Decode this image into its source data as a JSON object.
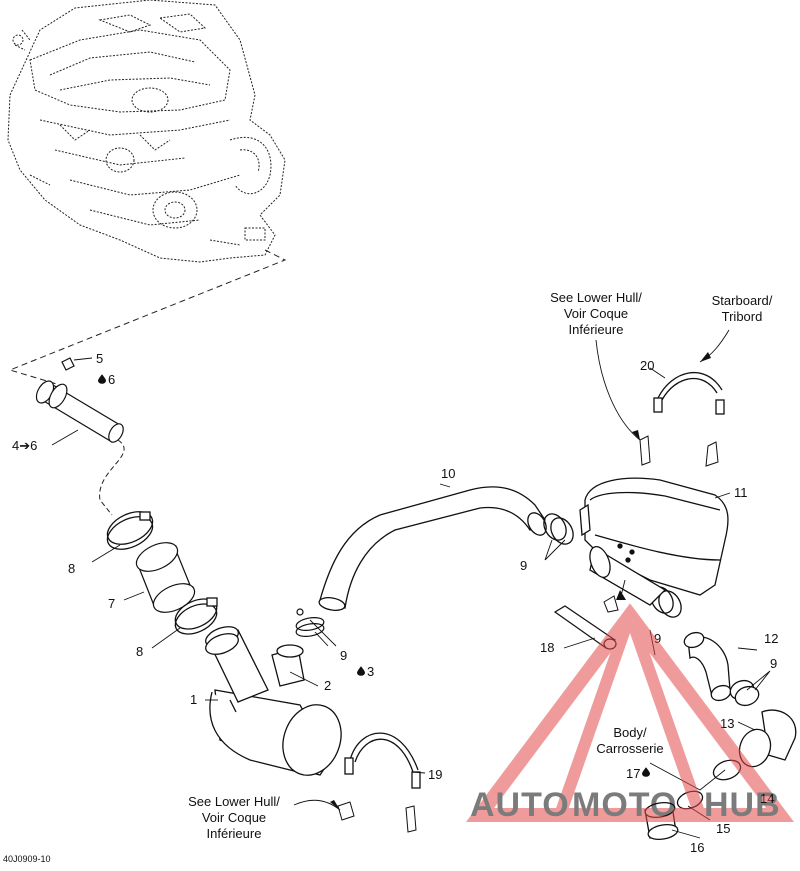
{
  "figure_id": "40J0909-10",
  "notes": {
    "lower_hull_top": [
      "See Lower Hull/",
      "Voir Coque",
      "Inférieure"
    ],
    "lower_hull_bottom": [
      "See Lower Hull/",
      "Voir Coque",
      "Inférieure"
    ],
    "starboard": [
      "Starboard/",
      "Tribord"
    ],
    "body": [
      "Body/",
      "Carrosserie"
    ]
  },
  "callouts": {
    "p1": "1",
    "p2": "2",
    "p3": "3",
    "p5": "5",
    "p6": "6",
    "p4_6": "4➔6",
    "p7": "7",
    "p8a": "8",
    "p8b": "8",
    "p9a": "9",
    "p9b": "9",
    "p9c": "9",
    "p9d": "9",
    "p10": "10",
    "p11": "11",
    "p12": "12",
    "p13": "13",
    "p14": "14",
    "p15": "15",
    "p16": "16",
    "p17": "17",
    "p18": "18",
    "p19": "19",
    "p20": "20"
  },
  "watermark": {
    "text_a": "AUTO",
    "text_b": "MOTO",
    "text_c": "HUB",
    "color_orange": "#f4b26a",
    "color_red": "#e34a4a"
  },
  "icons": [
    "sealant-drop-icon"
  ]
}
